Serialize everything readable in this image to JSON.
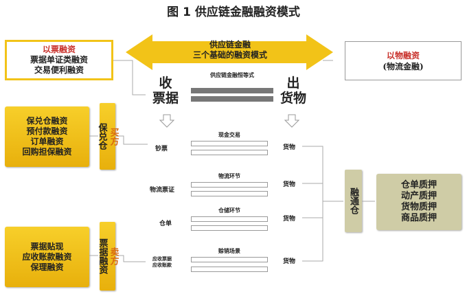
{
  "title": "图 1  供应链金融融资模式",
  "center_arrow": {
    "line1": "供应链金融",
    "line2": "三个基础的融资模式"
  },
  "left_top_box": {
    "heading": "以票融资",
    "line1": "票据单证类融资",
    "line2": "交易便利融资"
  },
  "right_top_box": {
    "heading": "以物融资",
    "line1": "(物流金融)"
  },
  "collect": {
    "line1": "收",
    "line2": "票据"
  },
  "ship": {
    "line1": "出",
    "line2": "货物"
  },
  "identity_label": "供应链金融恒等式",
  "buyer_box": {
    "items": [
      "保兑仓融资",
      "预付款融资",
      "订单融资",
      "回购担保融资"
    ]
  },
  "buyer_tag": {
    "colored": "买方",
    "rest": "保兑仓"
  },
  "seller_box": {
    "items": [
      "票据贴现",
      "应收账款融资",
      "保理融资"
    ]
  },
  "seller_tag": {
    "colored": "卖方",
    "rest": "票据融资"
  },
  "rows": [
    {
      "caption": "现金交易",
      "left": "钞票",
      "right": "货物"
    },
    {
      "caption": "物流环节",
      "left": "物流票证",
      "right": "货物"
    },
    {
      "caption": "仓储环节",
      "left": "仓单",
      "right": "货物"
    },
    {
      "caption": "赊销场景",
      "left": "应收票据",
      "left2": "应收账款",
      "right": "货物"
    }
  ],
  "warehouse": {
    "label": "融通仓"
  },
  "pledge_box": {
    "items": [
      "仓单质押",
      "动产质押",
      "货物质押",
      "商品质押"
    ]
  },
  "colors": {
    "yellow": "#f2c318",
    "khaki": "#cfccA6",
    "red": "#c8302a"
  }
}
